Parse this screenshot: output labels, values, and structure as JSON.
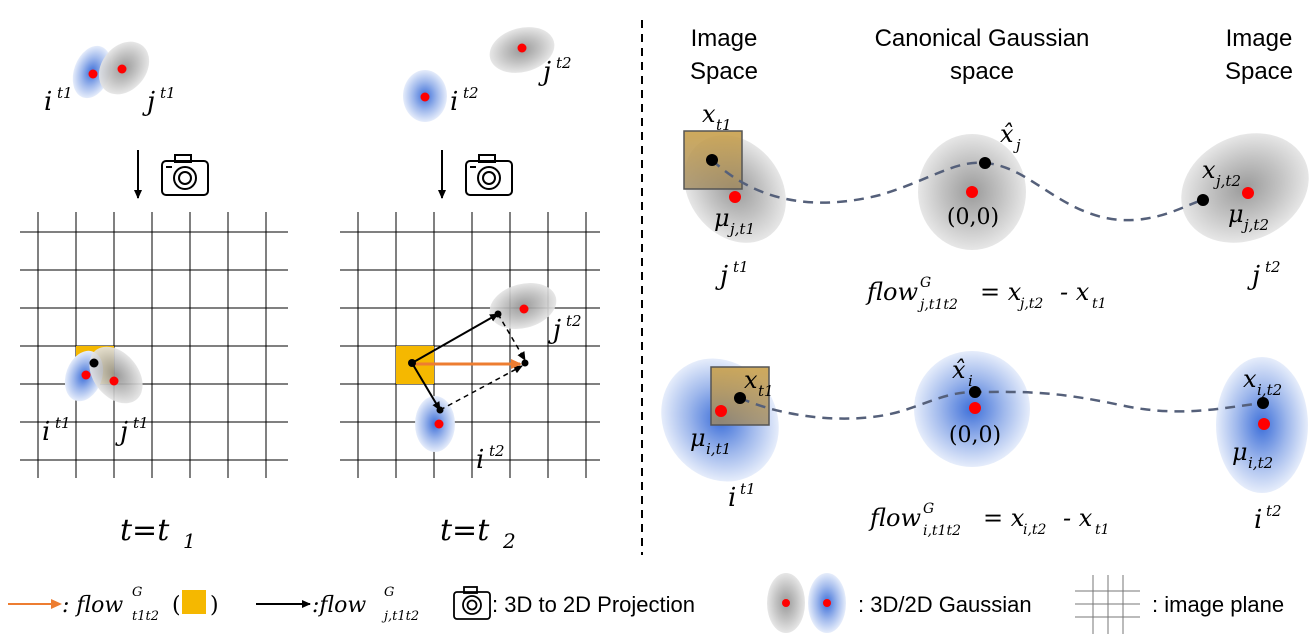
{
  "panels": {
    "left": {
      "caption": "t=t",
      "caption_sub": "1",
      "pre_label_i": "i",
      "pre_label_i_sup": "t1",
      "pre_label_j": "j",
      "pre_label_j_sup": "t1",
      "grid_label_i": "i",
      "grid_label_i_sup": "t1",
      "grid_label_j": "j",
      "grid_label_j_sup": "t1"
    },
    "middle": {
      "caption": "t=t",
      "caption_sub": "2",
      "pre_label_i": "i",
      "pre_label_i_sup": "t2",
      "pre_label_j": "j",
      "pre_label_j_sup": "t2",
      "grid_label_i": "i",
      "grid_label_i_sup": "t2",
      "grid_label_j": "j",
      "grid_label_j_sup": "t2"
    }
  },
  "right": {
    "headers": {
      "left_1": "Image",
      "left_2": "Space",
      "mid_1": "Canonical Gaussian",
      "mid_2": "space",
      "right_1": "Image",
      "right_2": "Space"
    },
    "top": {
      "x_t1": "x",
      "x_t1_sub": "t1",
      "mu": "μ",
      "mu_sub": "j,t1",
      "label_left": "j",
      "label_left_sup": "t1",
      "xhat": "x̂",
      "xhat_sub": "j",
      "origin": "(0,0)",
      "x_right": "x",
      "x_right_sub": "j,t2",
      "mu_right": "μ",
      "mu_right_sub": "j,t2",
      "label_right": "j",
      "label_right_sup": "t2",
      "equation": "flow",
      "eq_sup": "G",
      "eq_sub": "j,t1t2",
      "eq_rhs1": "= x",
      "eq_rhs1_sub": "j,t2",
      "eq_rhs2": "- x",
      "eq_rhs2_sub": "t1"
    },
    "bottom": {
      "x_t1": "x",
      "x_t1_sub": "t1",
      "mu": "μ",
      "mu_sub": "i,t1",
      "label_left": "i",
      "label_left_sup": "t1",
      "xhat": "x̂",
      "xhat_sub": "i",
      "origin": "(0,0)",
      "x_right": "x",
      "x_right_sub": "i,t2",
      "mu_right": "μ",
      "mu_right_sub": "i,t2",
      "label_right": "i",
      "label_right_sup": "t2",
      "equation": "flow",
      "eq_sup": "G",
      "eq_sub": "i,t1t2",
      "eq_rhs1": "= x",
      "eq_rhs1_sub": "i,t2",
      "eq_rhs2": "- x",
      "eq_rhs2_sub": "t1"
    }
  },
  "legend": {
    "orange_prefix": ": flow",
    "orange_sup": "G",
    "orange_sub": "t1t2",
    "orange_paren_open": "(",
    "orange_paren_close": ")",
    "black_prefix": ":flow",
    "black_sup": "G",
    "black_sub": "j,t1t2",
    "camera_text": ": 3D to 2D Projection",
    "gaussian_text": ": 3D/2D Gaussian",
    "grid_text": ": image plane"
  },
  "colors": {
    "orange": "#f5b800",
    "arrow_orange": "#ed7d31",
    "red_dot": "#ff0000",
    "blue": "#4472c4",
    "dashed_curve": "#55607a"
  }
}
